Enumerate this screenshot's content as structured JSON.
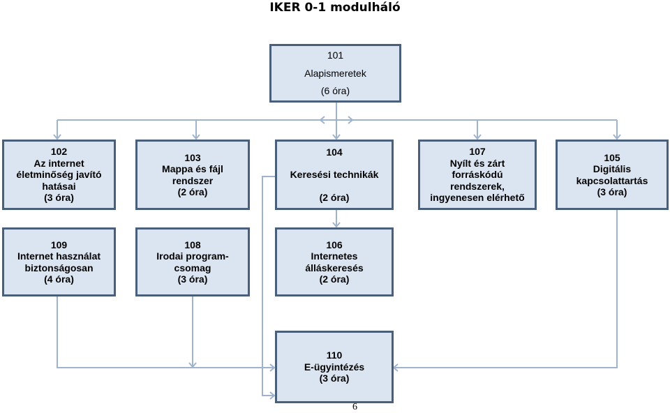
{
  "title": "IKER 0-1 modulháló",
  "modules": {
    "m101": {
      "line1": "101",
      "line2": "Alapismeretek",
      "line3": "(6 óra)"
    },
    "m102": {
      "line1": "102",
      "line2": "Az internet",
      "line3": "életminőség javító",
      "line4": "hatásai",
      "line5": "(3 óra)"
    },
    "m103": {
      "line1": "103",
      "line2": "Mappa és fájl",
      "line3": "rendszer",
      "line4": "(2 óra)"
    },
    "m104": {
      "line1": "104",
      "line2": "Keresési technikák",
      "line3": "(2 óra)"
    },
    "m107": {
      "line1": "107",
      "line2": "Nyílt és zárt",
      "line3": "forráskódú",
      "line4": "rendszerek,",
      "line5": "ingyenesen elérhető"
    },
    "m105": {
      "line1": "105",
      "line2": "Digitális",
      "line3": "kapcsolattartás",
      "line4": "(3 óra)"
    },
    "m109": {
      "line1": "109",
      "line2": "Internet használat",
      "line3": "biztonságosan",
      "line4": "(4 óra)"
    },
    "m108": {
      "line1": "108",
      "line2": "Irodai program-",
      "line3": "csomag",
      "line4": "(3 óra)"
    },
    "m106": {
      "line1": "106",
      "line2": "Internetes",
      "line3": "álláskeresés",
      "line4": "(2 óra)"
    },
    "m110": {
      "line1": "110",
      "line2": "E-ügyintézés",
      "line3": "(3 óra)"
    }
  },
  "page_number": "6",
  "colors": {
    "box_fill": "#dbe5f1",
    "box_border": "#4a5f79",
    "connector": "#9fb3cf"
  }
}
